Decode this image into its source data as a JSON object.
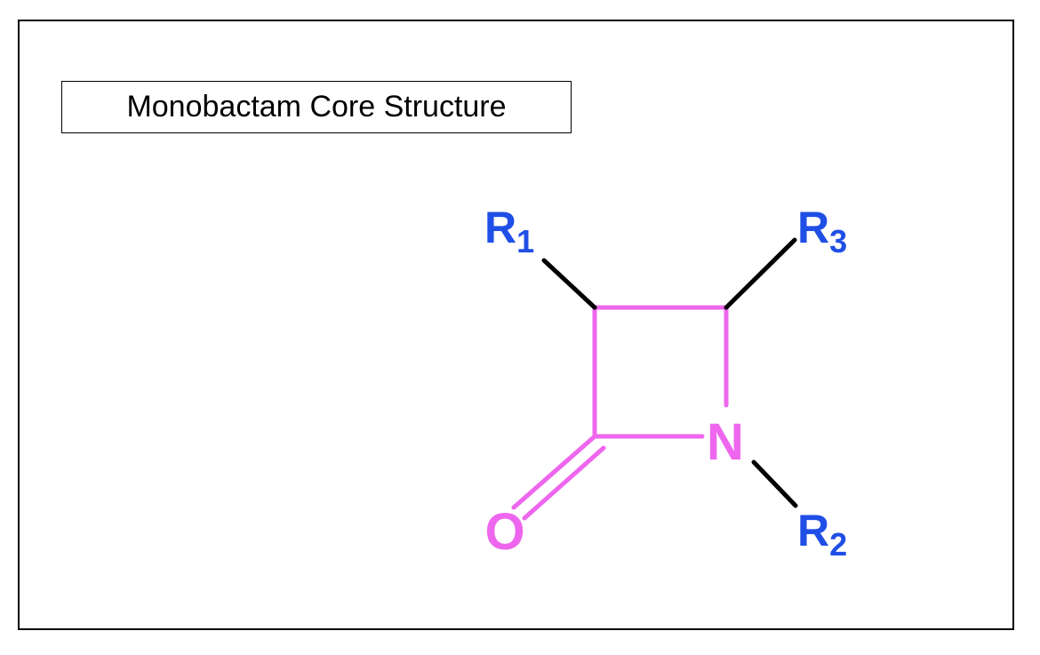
{
  "title": "Monobactam Core Structure",
  "colors": {
    "ring": "#ee66ee",
    "substituent": "#1f4fe6",
    "bond_to_substituent": "#000000"
  },
  "atoms": {
    "nitrogen": "N",
    "oxygen": "O",
    "r1": {
      "base": "R",
      "sub": "1"
    },
    "r2": {
      "base": "R",
      "sub": "2"
    },
    "r3": {
      "base": "R",
      "sub": "3"
    }
  }
}
